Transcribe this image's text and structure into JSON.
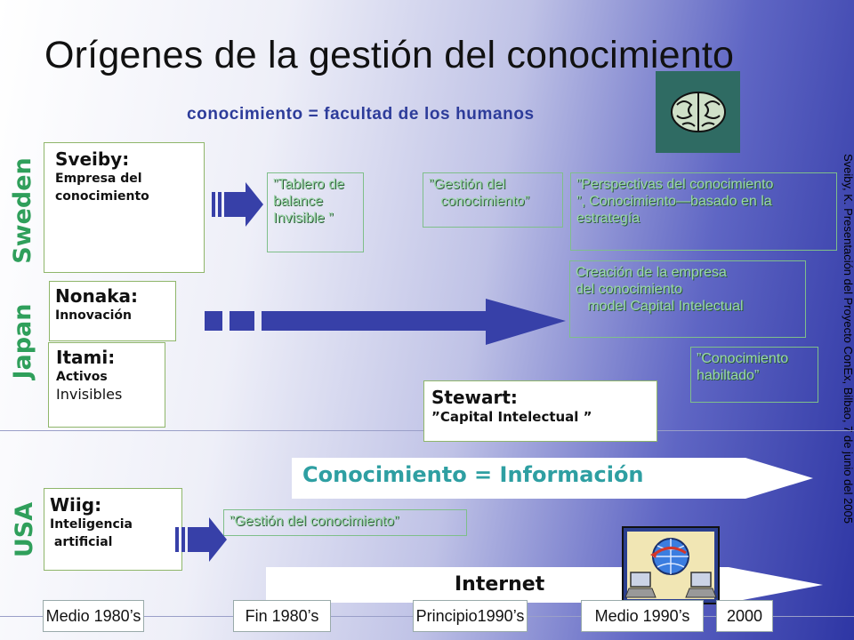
{
  "slide": {
    "title": "Orígenes de la gestión del conocimiento",
    "subtitle": "conocimiento = facultad de los humanos",
    "side_reference": "Sveiby, K. Presentación del Proyecto ConEx, Bilbao, 7 de junio del 2005"
  },
  "regions": {
    "sweden": "Sweden",
    "japan": "Japan",
    "usa": "USA"
  },
  "people": {
    "sveiby": {
      "name": "Sveiby:",
      "line1": "Empresa del",
      "line2": "conocimiento"
    },
    "nonaka": {
      "name": "Nonaka:",
      "line1": "Innovación"
    },
    "itami": {
      "name": "Itami:",
      "line1": "Activos",
      "line2": "Invisibles"
    },
    "stewart": {
      "name": "Stewart:",
      "line1": "”Capital Intelectual ”"
    },
    "wiig": {
      "name": "Wiig:",
      "line1": "Inteligencia",
      "line2": " artificial"
    }
  },
  "concepts": {
    "tablero": "”Tablero de\nbalance\nInvisible ”",
    "gestion_sweden": "”Gestión del\n   conocimiento”",
    "perspectivas": "”Perspectivas del conocimiento\n”, Conocimiento—basado en la\nestrategía",
    "creacion": "Creación de la empresa\ndel conocimiento\n   model Capital Intelectual",
    "habilitado": "”Conocimiento\nhabiltado”",
    "gestion_usa": "”Gestión del conocimiento”"
  },
  "banners": {
    "informacion": "Conocimiento = Información",
    "internet": "Internet"
  },
  "timeline": [
    "Medio 1980’s",
    "Fin 1980’s",
    "Principio1990’s",
    "Medio 1990’s",
    "2000"
  ],
  "colors": {
    "region_label": "#2f9f5b",
    "concept_text": "#9ad8a6",
    "arrow": "#3740a8",
    "subtitle": "#2d3c9a"
  },
  "icons": [
    "brain-icon",
    "network-computers-icon"
  ]
}
